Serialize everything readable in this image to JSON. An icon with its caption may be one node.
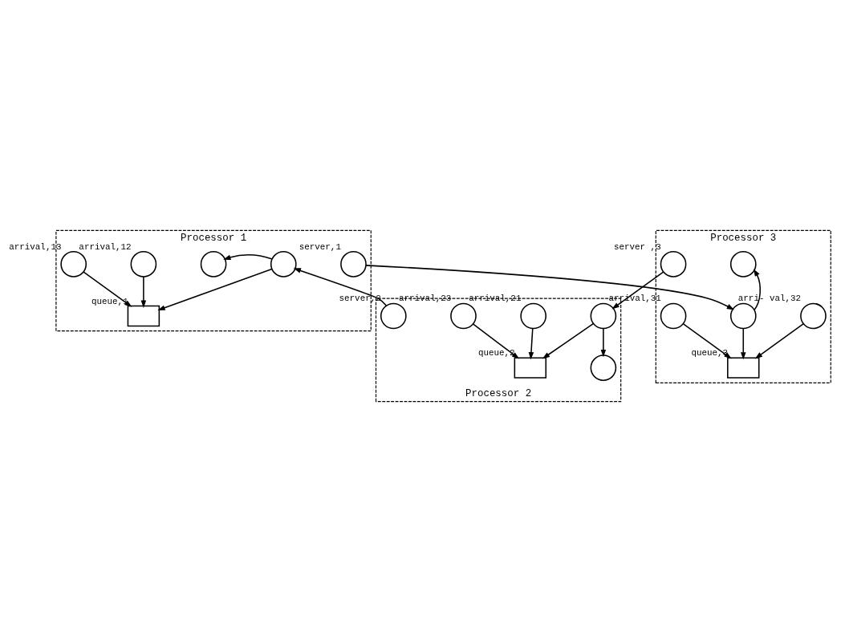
{
  "diagram": {
    "nodes": [
      {
        "text": [
          "Processor 1"
        ]
      },
      {
        "text": [],
        "shape": "circle",
        "in": 0,
        "beside": [
          "arrival,13"
        ]
      },
      {
        "text": [],
        "shape": "circle",
        "in": 0,
        "beside": [
          "arrival,12"
        ]
      },
      {
        "text": [],
        "shape": "box",
        "in": 0,
        "beside": [
          "queue,1"
        ]
      },
      {
        "text": [],
        "shape": "circle",
        "in": 0,
        "beside": [
          "server,1"
        ]
      },
      {
        "text": [],
        "shape": "circle",
        "in": 0
      },
      {
        "text": [],
        "shape": "circle",
        "in": 0
      },
      {
        "text": [
          "Processor 3"
        ]
      },
      {
        "text": [],
        "shape": "circle",
        "in": 7
      },
      {
        "text": [],
        "shape": "circle",
        "in": 7,
        "beside": [
          "arrival,31"
        ]
      },
      {
        "text": [],
        "shape": "circle",
        "in": 7
      },
      {
        "text": [],
        "shape": "circle",
        "in": 7,
        "beside": [
          "arri- val,32"
        ]
      },
      {
        "text": [],
        "shape": "box",
        "in": 7,
        "beside": [
          "queue,3"
        ]
      },
      {
        "text": [],
        "shape": "circle",
        "in": 7,
        "beside": [
          "server ,3"
        ]
      },
      {
        "text": [
          "Processor 2"
        ]
      },
      {
        "text": [],
        "shape": "circle",
        "in": 14,
        "beside": [
          "server,2"
        ]
      },
      {
        "text": [],
        "shape": "box",
        "in": 14,
        "beside": [
          "queue,2"
        ]
      },
      {
        "text": [],
        "shape": "circle",
        "in": 14,
        "beside": [
          "arrival,21"
        ]
      },
      {
        "text": [],
        "shape": "circle",
        "in": 14,
        "beside": [
          "arrival,23"
        ]
      },
      {
        "text": [],
        "shape": "circle",
        "in": 14
      },
      {
        "text": [],
        "shape": "circle",
        "in": 14
      }
    ],
    "edges": [
      {
        "from": 1,
        "to": 3,
        "arrow": "to"
      },
      {
        "from": 2,
        "to": 3,
        "arrow": "to"
      },
      {
        "from": 6,
        "to": 3,
        "arrow": "to"
      },
      {
        "from": 6,
        "to": 5,
        "arrow": "to"
      },
      {
        "from": 4,
        "to": 10,
        "arrow": "to"
      },
      {
        "from": 10,
        "to": 8,
        "arrow": "to"
      },
      {
        "from": 10,
        "to": 12,
        "arrow": "to"
      },
      {
        "from": 9,
        "to": 12,
        "arrow": "to"
      },
      {
        "from": 11,
        "to": 12,
        "arrow": "to"
      },
      {
        "from": 13,
        "to": 19,
        "arrow": "to"
      },
      {
        "from": 19,
        "to": 16,
        "arrow": "to"
      },
      {
        "from": 19,
        "to": 20,
        "arrow": "to"
      },
      {
        "from": 17,
        "to": 16,
        "arrow": "to"
      },
      {
        "from": 18,
        "to": 16,
        "arrow": "to"
      },
      {
        "from": 15,
        "to": 6,
        "arrow": "to"
      }
    ]
  }
}
